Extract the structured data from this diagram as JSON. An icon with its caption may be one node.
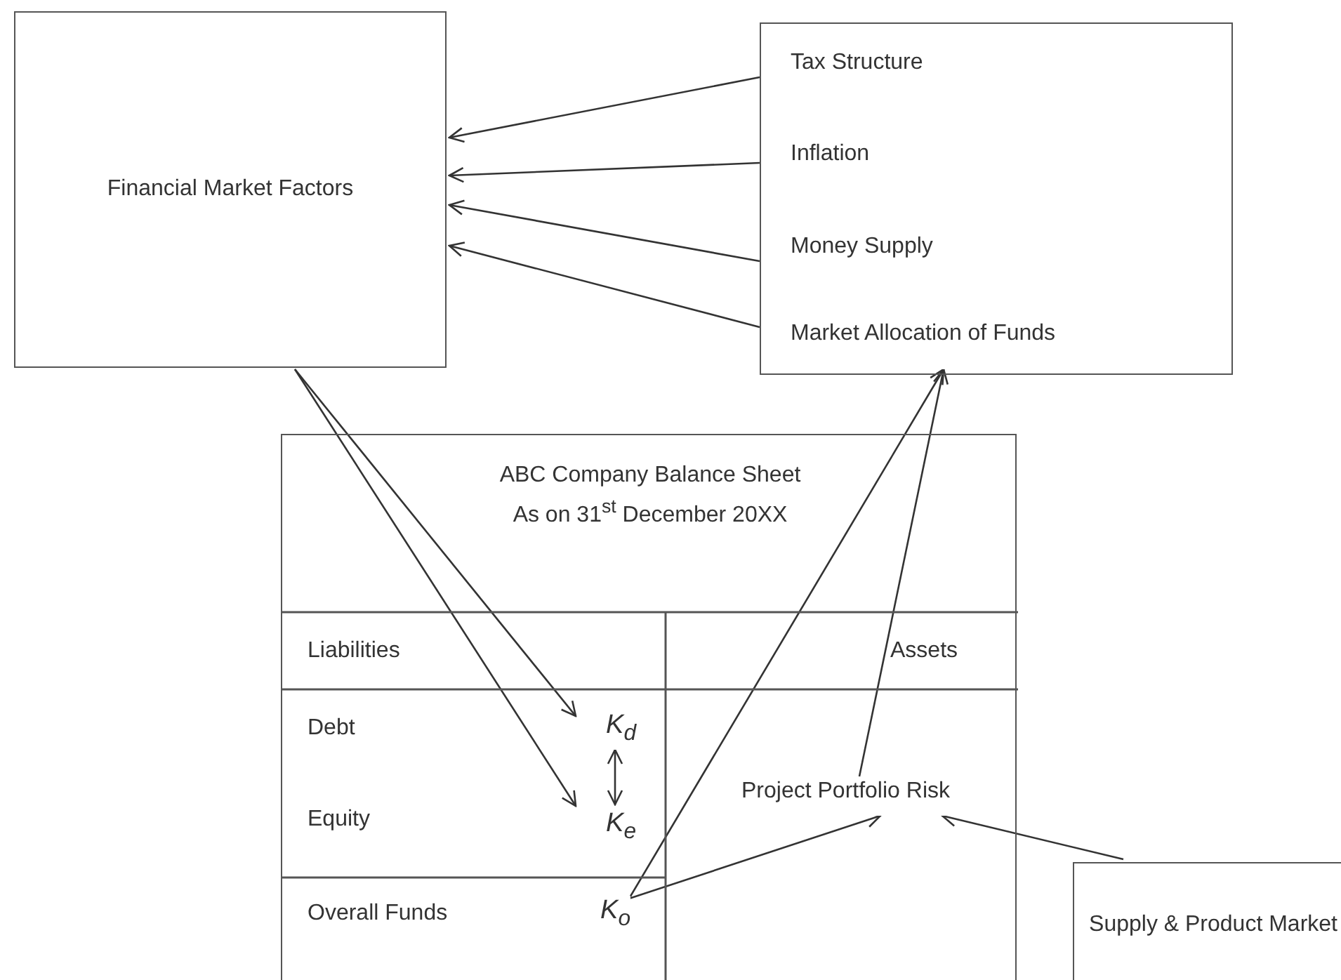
{
  "diagram": {
    "nodes": [
      {
        "text": [
          "Financial Market Factors"
        ]
      },
      {
        "text": [],
        "shape": "box"
      },
      {
        "text": [
          "Tax Structure"
        ],
        "in": 1
      },
      {
        "text": [
          "Inflation"
        ],
        "in": 1
      },
      {
        "text": [
          "Money Supply"
        ],
        "in": 1
      },
      {
        "text": [
          "Market Allocation of Funds"
        ],
        "in": 1
      },
      {
        "text": [
          "ABC Company Balance Sheet As on 31$^{st}$ December 20XX"
        ]
      },
      {
        "text": [
          "Liabilities"
        ],
        "in": 6
      },
      {
        "text": [
          "Assets"
        ],
        "in": 6
      },
      {
        "text": [
          "Debt"
        ],
        "in": 6
      },
      {
        "text": [
          "K$_{d}$"
        ],
        "in": 6
      },
      {
        "text": [
          "Project Portfolio Risk"
        ],
        "in": 6
      },
      {
        "text": [
          "Equity"
        ],
        "in": 6
      },
      {
        "text": [
          "K$_{e}$"
        ],
        "in": 6
      },
      {
        "text": [
          "Overall Funds"
        ],
        "in": 6
      },
      {
        "text": [
          "K$_{o}$"
        ],
        "in": 6
      },
      {
        "text": [
          "Supply & Product Market"
        ]
      }
    ],
    "edges": [
      {
        "from": 2,
        "to": 0,
        "arrow": "to"
      },
      {
        "from": 3,
        "to": 0,
        "arrow": "to"
      },
      {
        "from": 4,
        "to": 0,
        "arrow": "to"
      },
      {
        "from": 5,
        "to": 0,
        "arrow": "to"
      },
      {
        "from": 0,
        "to": 10,
        "arrow": "to"
      },
      {
        "from": 0,
        "to": 13,
        "arrow": "to"
      },
      {
        "from": 10,
        "to": 13,
        "arrow": "both"
      },
      {
        "from": 15,
        "to": 5,
        "arrow": "to"
      },
      {
        "from": 11,
        "to": 5,
        "arrow": "to"
      },
      {
        "from": 15,
        "to": 11,
        "arrow": "to"
      },
      {
        "from": 16,
        "to": 11,
        "arrow": "to"
      }
    ]
  }
}
